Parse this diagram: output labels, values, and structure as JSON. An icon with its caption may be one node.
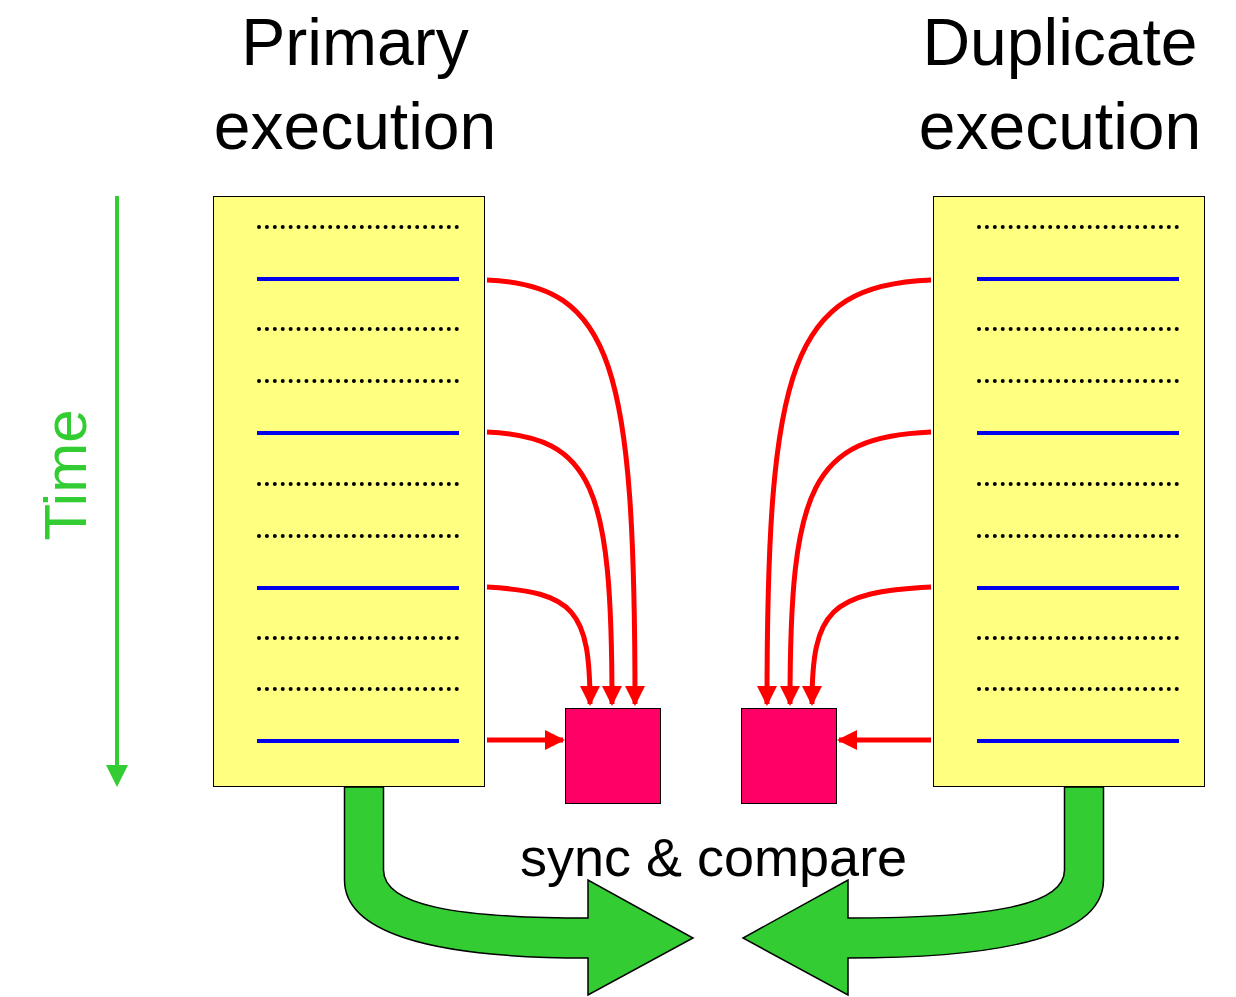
{
  "diagram": {
    "nodes": [
      {
        "text": [
          "Primary execution"
        ]
      },
      {
        "text": [
          "Duplicate execution"
        ]
      },
      {
        "text": [],
        "shape": "box"
      },
      {
        "text": [],
        "shape": "box"
      }
    ],
    "edges": [
      {
        "from": 0,
        "to": 2,
        "arrow": "to"
      },
      {
        "from": 0,
        "to": 2,
        "arrow": "to"
      },
      {
        "from": 0,
        "to": 2,
        "arrow": "to"
      },
      {
        "from": 0,
        "to": 2,
        "arrow": "to"
      },
      {
        "from": 1,
        "to": 3,
        "arrow": "to"
      },
      {
        "from": 1,
        "to": 3,
        "arrow": "to"
      },
      {
        "from": 1,
        "to": 3,
        "arrow": "to"
      },
      {
        "from": 1,
        "to": 3,
        "arrow": "to"
      },
      {
        "from": 0,
        "to": null,
        "arrow": "to",
        "style": "thick",
        "color": "#33cc33"
      },
      {
        "from": 1,
        "to": null,
        "arrow": "to",
        "style": "thick",
        "color": "#33cc33"
      }
    ],
    "labels": [
      "Time",
      "sync & compare"
    ]
  }
}
